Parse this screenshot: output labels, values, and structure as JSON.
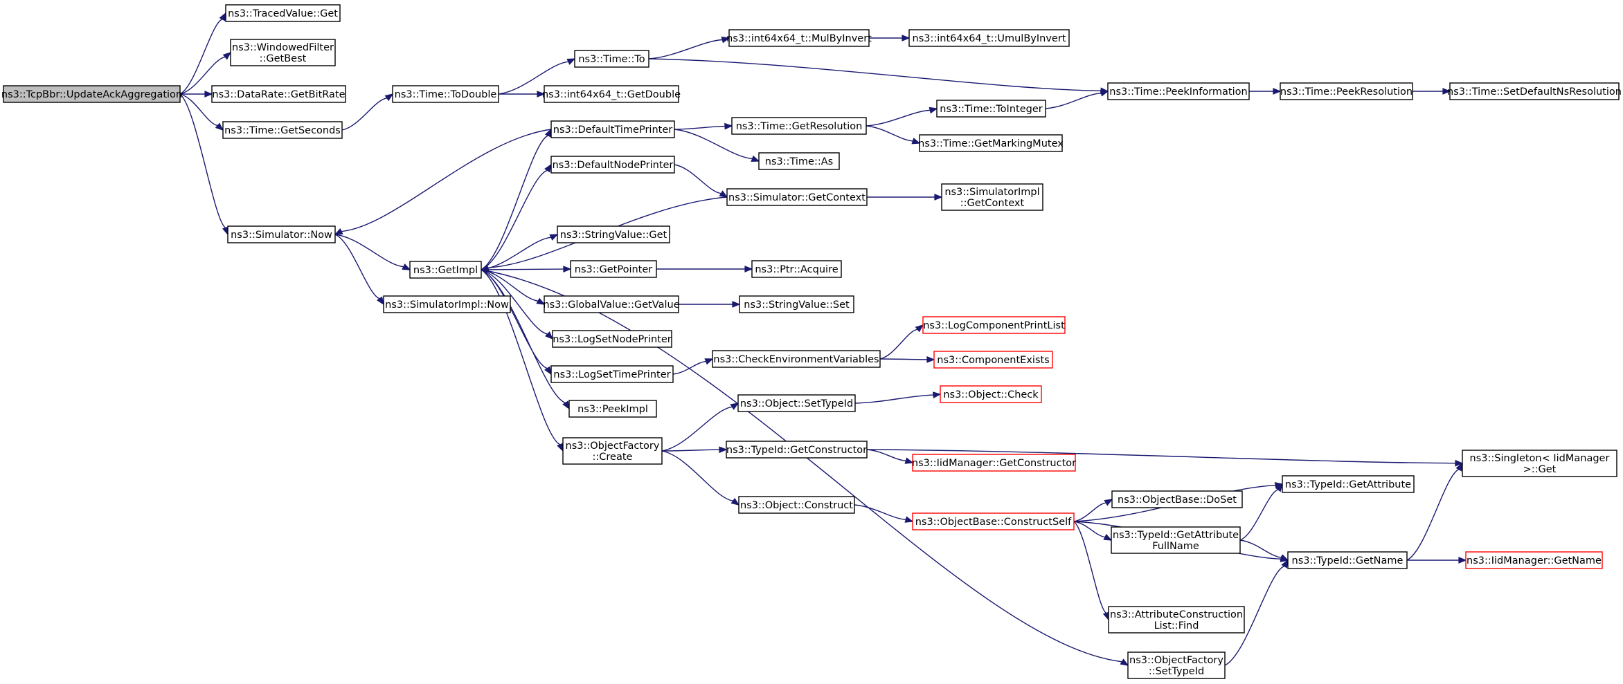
{
  "colors": {
    "edge": "#191970",
    "node_border": "#000000",
    "truncated_border": "#ff0000",
    "root_fill": "#bfbfbf"
  },
  "nodes": [
    {
      "id": "n0",
      "name": "root-node-updateackaggregation",
      "lines": [
        "ns3::TcpBbr::UpdateAckAggregation"
      ],
      "style": "root"
    },
    {
      "id": "n1",
      "name": "node-tracedvalue-get",
      "lines": [
        "ns3::TracedValue::Get"
      ]
    },
    {
      "id": "n2",
      "name": "node-windowedfilter-getbest",
      "lines": [
        "ns3::WindowedFilter",
        "::GetBest"
      ]
    },
    {
      "id": "n3",
      "name": "node-datarate-getbitrate",
      "lines": [
        "ns3::DataRate::GetBitRate"
      ]
    },
    {
      "id": "n4",
      "name": "node-time-getseconds",
      "lines": [
        "ns3::Time::GetSeconds"
      ]
    },
    {
      "id": "n5",
      "name": "node-simulator-now",
      "lines": [
        "ns3::Simulator::Now"
      ]
    },
    {
      "id": "n6",
      "name": "node-time-todouble",
      "lines": [
        "ns3::Time::ToDouble"
      ]
    },
    {
      "id": "n7",
      "name": "node-time-to",
      "lines": [
        "ns3::Time::To"
      ]
    },
    {
      "id": "n8",
      "name": "node-int64x64-getdouble",
      "lines": [
        "ns3::int64x64_t::GetDouble"
      ]
    },
    {
      "id": "n9",
      "name": "node-int64x64-mulbyinvert",
      "lines": [
        "ns3::int64x64_t::MulByInvert"
      ]
    },
    {
      "id": "n10",
      "name": "node-int64x64-umulbyinvert",
      "lines": [
        "ns3::int64x64_t::UmulByInvert"
      ]
    },
    {
      "id": "n11",
      "name": "node-time-peekinformation",
      "lines": [
        "ns3::Time::PeekInformation"
      ]
    },
    {
      "id": "n12",
      "name": "node-time-peekresolution",
      "lines": [
        "ns3::Time::PeekResolution"
      ]
    },
    {
      "id": "n13",
      "name": "node-time-setdefaultnsresolution",
      "lines": [
        "ns3::Time::SetDefaultNsResolution"
      ]
    },
    {
      "id": "n14",
      "name": "node-getimpl",
      "lines": [
        "ns3::GetImpl"
      ]
    },
    {
      "id": "n15",
      "name": "node-simulatorimpl-now",
      "lines": [
        "ns3::SimulatorImpl::Now"
      ]
    },
    {
      "id": "n16",
      "name": "node-defaulttimeprinter",
      "lines": [
        "ns3::DefaultTimePrinter"
      ]
    },
    {
      "id": "n17",
      "name": "node-defaultnodeprinter",
      "lines": [
        "ns3::DefaultNodePrinter"
      ]
    },
    {
      "id": "n18",
      "name": "node-stringvalue-get",
      "lines": [
        "ns3::StringValue::Get"
      ]
    },
    {
      "id": "n19",
      "name": "node-getpointer",
      "lines": [
        "ns3::GetPointer"
      ]
    },
    {
      "id": "n20",
      "name": "node-globalvalue-getvalue",
      "lines": [
        "ns3::GlobalValue::GetValue"
      ]
    },
    {
      "id": "n21",
      "name": "node-logsetnodeprinter",
      "lines": [
        "ns3::LogSetNodePrinter"
      ]
    },
    {
      "id": "n22",
      "name": "node-logsettimeprinter",
      "lines": [
        "ns3::LogSetTimePrinter"
      ]
    },
    {
      "id": "n23",
      "name": "node-peekimpl",
      "lines": [
        "ns3::PeekImpl"
      ]
    },
    {
      "id": "n24",
      "name": "node-objectfactory-create",
      "lines": [
        "ns3::ObjectFactory",
        "::Create"
      ]
    },
    {
      "id": "n25",
      "name": "node-time-getresolution",
      "lines": [
        "ns3::Time::GetResolution"
      ]
    },
    {
      "id": "n26",
      "name": "node-time-as",
      "lines": [
        "ns3::Time::As"
      ]
    },
    {
      "id": "n27",
      "name": "node-time-tointeger",
      "lines": [
        "ns3::Time::ToInteger"
      ]
    },
    {
      "id": "n28",
      "name": "node-time-getmarkingmutex",
      "lines": [
        "ns3::Time::GetMarkingMutex"
      ]
    },
    {
      "id": "n29",
      "name": "node-simulator-getcontext",
      "lines": [
        "ns3::Simulator::GetContext"
      ]
    },
    {
      "id": "n30",
      "name": "node-simulatorimpl-getcontext",
      "lines": [
        "ns3::SimulatorImpl",
        "::GetContext"
      ]
    },
    {
      "id": "n31",
      "name": "node-ptr-acquire",
      "lines": [
        "ns3::Ptr::Acquire"
      ]
    },
    {
      "id": "n32",
      "name": "node-stringvalue-set",
      "lines": [
        "ns3::StringValue::Set"
      ]
    },
    {
      "id": "n33",
      "name": "node-checkenvironmentvariables",
      "lines": [
        "ns3::CheckEnvironmentVariables"
      ]
    },
    {
      "id": "n34",
      "name": "node-logcomponentprintlist",
      "lines": [
        "ns3::LogComponentPrintList"
      ],
      "style": "red"
    },
    {
      "id": "n35",
      "name": "node-componentexists",
      "lines": [
        "ns3::ComponentExists"
      ],
      "style": "red"
    },
    {
      "id": "n36",
      "name": "node-object-settypeid",
      "lines": [
        "ns3::Object::SetTypeId"
      ]
    },
    {
      "id": "n37",
      "name": "node-object-check",
      "lines": [
        "ns3::Object::Check"
      ],
      "style": "red"
    },
    {
      "id": "n38",
      "name": "node-typeid-getconstructor",
      "lines": [
        "ns3::TypeId::GetConstructor"
      ]
    },
    {
      "id": "n39",
      "name": "node-iidmanager-getconstructor",
      "lines": [
        "ns3::IidManager::GetConstructor"
      ],
      "style": "red"
    },
    {
      "id": "n40",
      "name": "node-singleton-iidmanager-get",
      "lines": [
        "ns3::Singleton< IidManager",
        ">::Get"
      ]
    },
    {
      "id": "n41",
      "name": "node-object-construct",
      "lines": [
        "ns3::Object::Construct"
      ]
    },
    {
      "id": "n42",
      "name": "node-objectbase-constructself",
      "lines": [
        "ns3::ObjectBase::ConstructSelf"
      ],
      "style": "red"
    },
    {
      "id": "n43",
      "name": "node-typeid-getattribute",
      "lines": [
        "ns3::TypeId::GetAttribute"
      ]
    },
    {
      "id": "n44",
      "name": "node-objectbase-doset",
      "lines": [
        "ns3::ObjectBase::DoSet"
      ]
    },
    {
      "id": "n45",
      "name": "node-typeid-getattributefullname",
      "lines": [
        "ns3::TypeId::GetAttribute",
        "FullName"
      ]
    },
    {
      "id": "n46",
      "name": "node-typeid-getname",
      "lines": [
        "ns3::TypeId::GetName"
      ]
    },
    {
      "id": "n47",
      "name": "node-iidmanager-getname",
      "lines": [
        "ns3::IidManager::GetName"
      ],
      "style": "red"
    },
    {
      "id": "n48",
      "name": "node-attributeconstructionlist-find",
      "lines": [
        "ns3::AttributeConstruction",
        "List::Find"
      ]
    },
    {
      "id": "n49",
      "name": "node-objectfactory-settypeid",
      "lines": [
        "ns3::ObjectFactory",
        "::SetTypeId"
      ]
    }
  ],
  "edges": [
    [
      "n0",
      "n1"
    ],
    [
      "n0",
      "n2"
    ],
    [
      "n0",
      "n3"
    ],
    [
      "n0",
      "n4"
    ],
    [
      "n0",
      "n5"
    ],
    [
      "n4",
      "n6"
    ],
    [
      "n6",
      "n7"
    ],
    [
      "n6",
      "n8"
    ],
    [
      "n7",
      "n9"
    ],
    [
      "n9",
      "n10"
    ],
    [
      "n7",
      "n11"
    ],
    [
      "n11",
      "n12"
    ],
    [
      "n12",
      "n13"
    ],
    [
      "n5",
      "n14"
    ],
    [
      "n5",
      "n15"
    ],
    [
      "n14",
      "n16"
    ],
    [
      "n14",
      "n17"
    ],
    [
      "n14",
      "n18"
    ],
    [
      "n14",
      "n19"
    ],
    [
      "n14",
      "n20"
    ],
    [
      "n14",
      "n21"
    ],
    [
      "n14",
      "n22"
    ],
    [
      "n14",
      "n23"
    ],
    [
      "n14",
      "n24"
    ],
    [
      "n14",
      "n49"
    ],
    [
      "n16",
      "n5"
    ],
    [
      "n16",
      "n25"
    ],
    [
      "n16",
      "n26"
    ],
    [
      "n25",
      "n27"
    ],
    [
      "n25",
      "n28"
    ],
    [
      "n27",
      "n11"
    ],
    [
      "n17",
      "n29"
    ],
    [
      "n29",
      "n14"
    ],
    [
      "n29",
      "n30"
    ],
    [
      "n19",
      "n31"
    ],
    [
      "n20",
      "n32"
    ],
    [
      "n22",
      "n33"
    ],
    [
      "n33",
      "n34"
    ],
    [
      "n33",
      "n35"
    ],
    [
      "n24",
      "n36"
    ],
    [
      "n24",
      "n38"
    ],
    [
      "n24",
      "n41"
    ],
    [
      "n36",
      "n37"
    ],
    [
      "n38",
      "n39"
    ],
    [
      "n38",
      "n40"
    ],
    [
      "n41",
      "n42"
    ],
    [
      "n42",
      "n43"
    ],
    [
      "n42",
      "n44"
    ],
    [
      "n42",
      "n45"
    ],
    [
      "n42",
      "n46"
    ],
    [
      "n42",
      "n48"
    ],
    [
      "n45",
      "n43"
    ],
    [
      "n45",
      "n46"
    ],
    [
      "n46",
      "n47"
    ],
    [
      "n46",
      "n40"
    ],
    [
      "n49",
      "n46"
    ]
  ]
}
